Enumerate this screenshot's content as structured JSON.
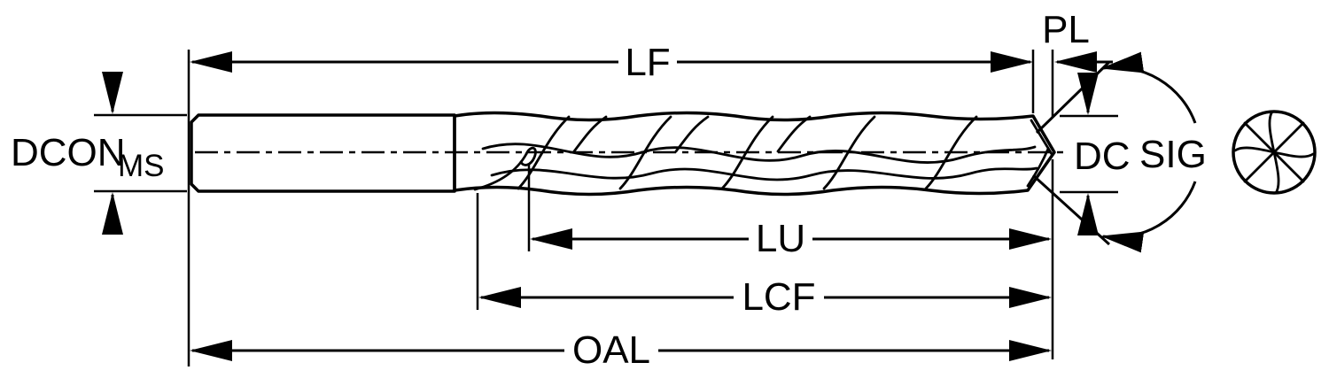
{
  "diagram": {
    "labels": {
      "lf": "LF",
      "pl": "PL",
      "dcon": "DCON",
      "dcon_sub": "MS",
      "dc": "DC",
      "sig": "SIG",
      "lu": "LU",
      "lcf": "LCF",
      "oal": "OAL"
    },
    "colors": {
      "flute": "#b9c9d8",
      "shank": "#edf0f2",
      "line": "#000000",
      "background": "#ffffff"
    }
  }
}
